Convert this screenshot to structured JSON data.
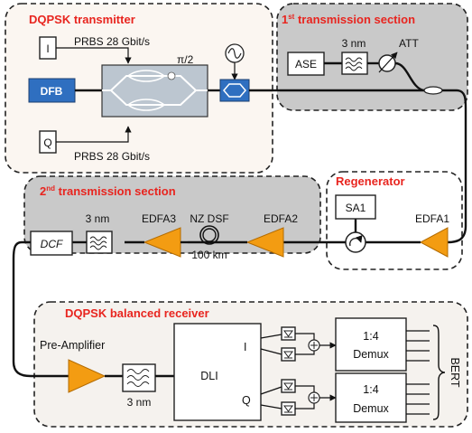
{
  "sections": {
    "transmitter": {
      "title": "DQPSK transmitter"
    },
    "first_section": {
      "title_pre": "1",
      "title_sup": "st",
      "title_post": " transmission section"
    },
    "second_section": {
      "title_pre": "2",
      "title_sup": "nd",
      "title_post": " transmission section"
    },
    "regenerator": {
      "title": "Regenerator"
    },
    "receiver": {
      "title": "DQPSK balanced receiver"
    }
  },
  "transmitter": {
    "prbs_i": "PRBS 28 Gbit/s",
    "prbs_q": "PRBS 28 Gbit/s",
    "i_label": "I",
    "q_label": "Q",
    "dfb": "DFB",
    "phase": "π/2"
  },
  "first_section": {
    "ase": "ASE",
    "filter_bw": "3 nm",
    "att": "ATT"
  },
  "second_section": {
    "dcf": "DCF",
    "filter_bw": "3 nm",
    "edfa3": "EDFA3",
    "fiber_type": "NZ DSF",
    "fiber_len": "100 km",
    "edfa2": "EDFA2"
  },
  "regenerator": {
    "sa": "SA1",
    "edfa1": "EDFA1"
  },
  "receiver": {
    "pre_amp": "Pre-Amplifier",
    "filter_bw": "3 nm",
    "dli": "DLI",
    "i_label": "I",
    "q_label": "Q",
    "demux1_line1": "1:4",
    "demux1_line2": "Demux",
    "demux2_line1": "1:4",
    "demux2_line2": "Demux",
    "bert": "BERT"
  },
  "colors": {
    "title_red": "#e8251f",
    "section_gray": "#c9c9c9",
    "transmitter_fill": "#fbf6f1",
    "dfb_blue": "#2f6fc0",
    "amplifier_orange": "#f39c12"
  }
}
